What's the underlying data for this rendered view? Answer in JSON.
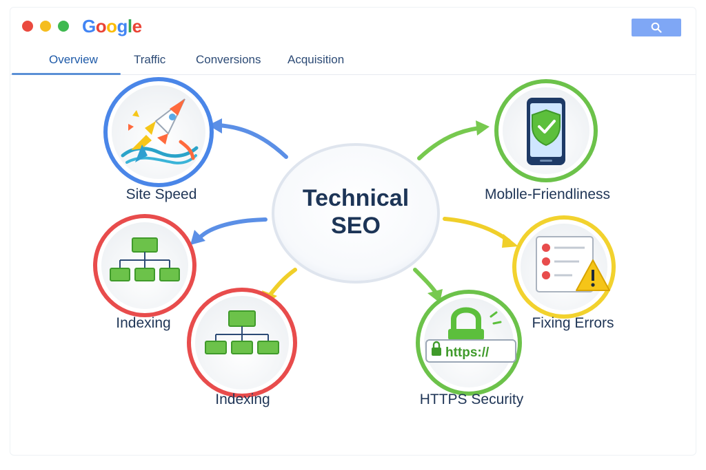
{
  "browser": {
    "logo": [
      "G",
      "o",
      "o",
      "g",
      "l",
      "e"
    ],
    "logo_colors": [
      "#4285f4",
      "#ea4335",
      "#fbbc05",
      "#4285f4",
      "#34a853",
      "#ea4335"
    ],
    "search_icon": "search-icon"
  },
  "tabs": [
    {
      "label": "Overview",
      "active": true
    },
    {
      "label": "Traffic",
      "active": false
    },
    {
      "label": "Cοnversions",
      "active": false
    },
    {
      "label": "Acquisition",
      "active": false
    }
  ],
  "center": {
    "line1": "Technical",
    "line2": "SEO"
  },
  "nodes": {
    "site_speed": {
      "label": "Site Speed",
      "icon": "rocket-icon",
      "color": "#4a86e8"
    },
    "mobile": {
      "label": "Moblle-Friendliness",
      "icon": "smartphone-shield-icon",
      "color": "#6cc24a"
    },
    "errors": {
      "label": "Fixing Errors",
      "icon": "error-checklist-warning-icon",
      "color": "#f2d22e"
    },
    "https": {
      "label": "HTTPS Security",
      "icon": "padlock-icon",
      "badge_text": "https://",
      "color": "#6cc24a"
    },
    "indexing1": {
      "label": "Indexing",
      "icon": "sitemap-icon",
      "color": "#e84c4c"
    },
    "indexing2": {
      "label": "Indexing",
      "icon": "sitemap-icon",
      "color": "#e84c4c"
    }
  }
}
